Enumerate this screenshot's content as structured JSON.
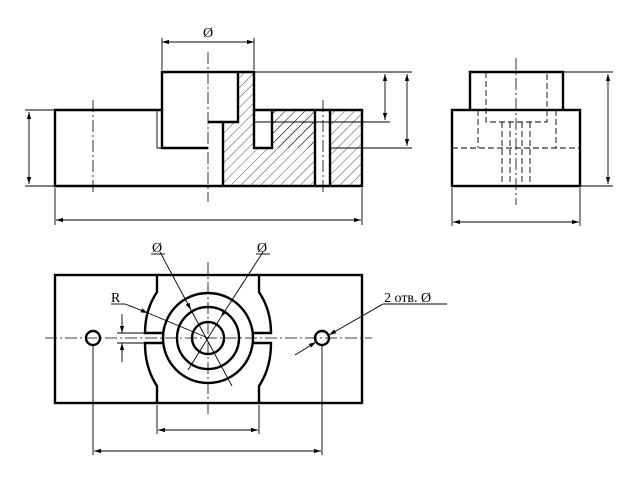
{
  "front_view": {
    "diameter_label": "Ø"
  },
  "top_view": {
    "outer_diameter_label": "Ø",
    "inner_diameter_label": "Ø",
    "radius_label": "R",
    "holes_label": "2 отв. Ø"
  },
  "colors": {
    "line": "#000000",
    "background": "#ffffff"
  }
}
